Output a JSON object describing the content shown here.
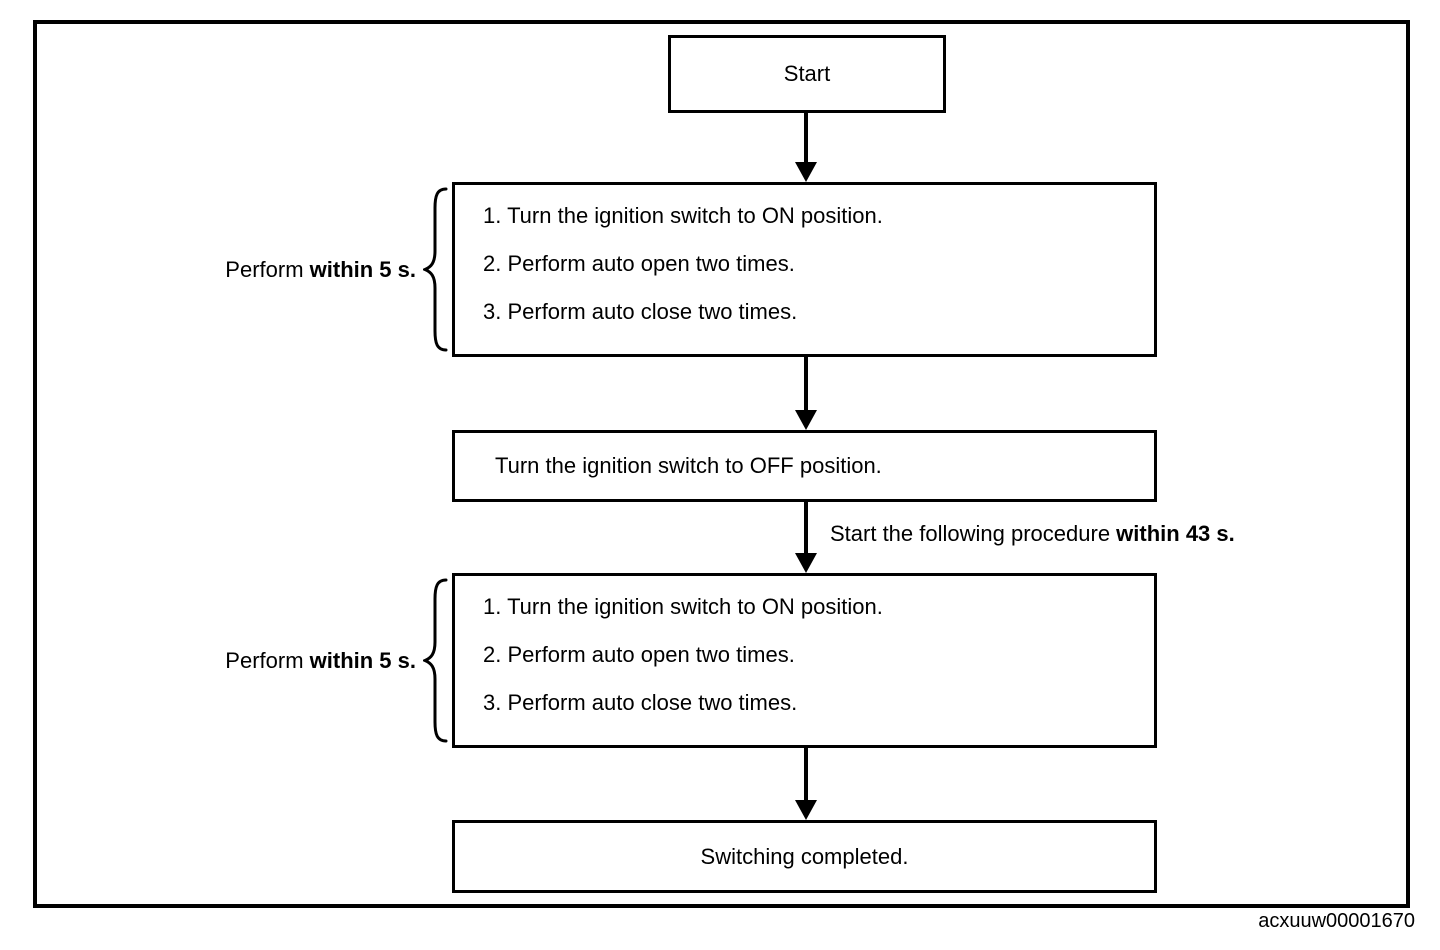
{
  "diagram": {
    "type": "flowchart",
    "code": "acxuuw00001670",
    "nodes": {
      "start": {
        "label": "Start"
      },
      "procedure1": {
        "steps": [
          "1. Turn the ignition switch to ON position.",
          "2. Perform auto open two times.",
          "3. Perform auto close two times."
        ],
        "side_label": {
          "normal": "Perform ",
          "bold": "within 5 s."
        }
      },
      "ignition_off": {
        "label": "Turn the ignition switch to OFF position."
      },
      "arrow_note": {
        "normal": "Start the following procedure ",
        "bold": "within 43 s."
      },
      "procedure2": {
        "steps": [
          "1. Turn the ignition switch to ON position.",
          "2. Perform auto open two times.",
          "3. Perform auto close two times."
        ],
        "side_label": {
          "normal": "Perform ",
          "bold": "within 5 s."
        }
      },
      "completed": {
        "label": "Switching completed."
      }
    }
  }
}
